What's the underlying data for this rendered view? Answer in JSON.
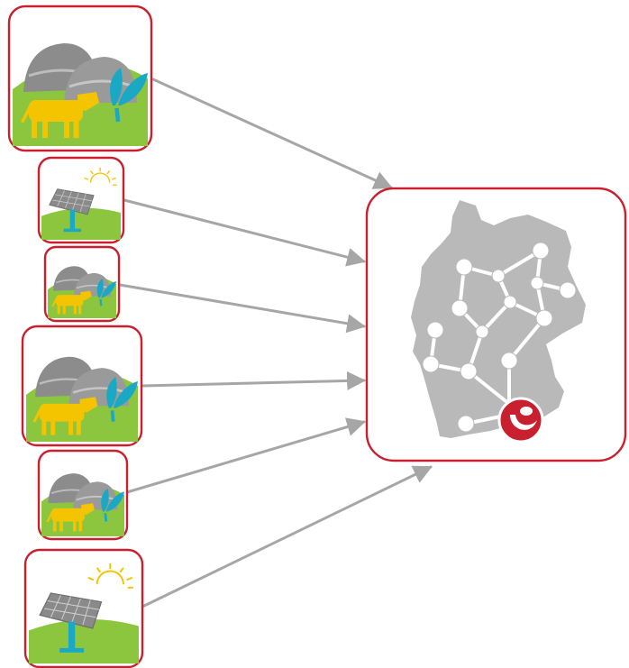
{
  "diagram": {
    "colors": {
      "frame": "#c8202e",
      "arrow": "#a6a6a6",
      "grass": "#8cc63f",
      "dome": "#8c8c8c",
      "cow": "#f5c400",
      "leaf": "#1aa8c4",
      "panel": "#8a8a8a",
      "pole": "#1aa8c4",
      "sun": "#f5c400",
      "map": "#b9b9b9",
      "logo": "#c8202e"
    },
    "sources": [
      {
        "kind": "biogas",
        "icon": "biogas-plant-icon"
      },
      {
        "kind": "solar",
        "icon": "solar-panel-icon"
      },
      {
        "kind": "biogas",
        "icon": "biogas-plant-icon"
      },
      {
        "kind": "biogas",
        "icon": "biogas-plant-icon"
      },
      {
        "kind": "biogas",
        "icon": "biogas-plant-icon"
      },
      {
        "kind": "solar",
        "icon": "solar-panel-icon"
      }
    ],
    "target": {
      "kind": "virtual-power-plant-network",
      "icon": "germany-network-map-icon",
      "logo": "company-logo-icon"
    }
  }
}
